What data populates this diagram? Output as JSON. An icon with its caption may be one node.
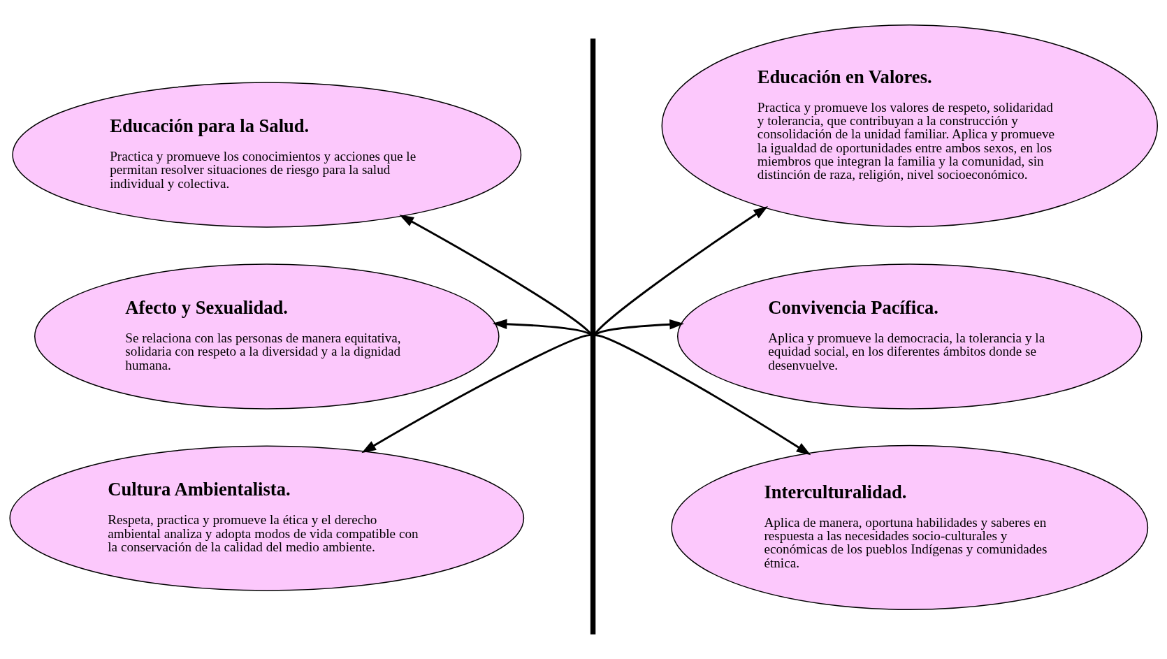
{
  "diagram": {
    "nodes": [
      {
        "text": [
          "Educación para la Salud.",
          "Practica y promueve los conocimientos y acciones que le permitan resolver situaciones de riesgo para la salud individual y colectiva."
        ]
      },
      {
        "text": [
          "Educación en Valores.",
          "Practica y promueve los valores de respeto, solidaridad y tolerancia, que contribuyan a la construcción y consolidación de la unidad familiar. Aplica y promueve la igualdad de oportunidades entre ambos sexos, en los miembros que integran la familia y la comunidad, sin distinción de raza, religión, nivel socioeconómico."
        ]
      },
      {
        "text": [
          "Afecto y Sexualidad.",
          "Se relaciona con las personas de manera equitativa, solidaria con respeto a la diversidad y a la dignidad humana."
        ]
      },
      {
        "text": [
          "Convivencia Pacífica.",
          "Aplica y promueve la democracia, la tolerancia y la equidad social, en los diferentes ámbitos donde se desenvuelve."
        ]
      },
      {
        "text": [
          "Cultura Ambientalista.",
          "Respeta, practica y promueve la ética y el derecho ambiental analiza y adopta modos de vida compatible con la conservación de la calidad del medio ambiente."
        ]
      },
      {
        "text": [
          "Interculturalidad.",
          "Aplica de manera, oportuna habilidades y saberes en respuesta a las necesidades socio-culturales y económicas de los pueblos Indígenas y comunidades étnica."
        ]
      },
      {
        "text": [],
        "shape": "bar"
      }
    ],
    "edges": [
      {
        "from": 6,
        "to": 0,
        "arrow": "to"
      },
      {
        "from": 6,
        "to": 1,
        "arrow": "to"
      },
      {
        "from": 6,
        "to": 2,
        "arrow": "to"
      },
      {
        "from": 6,
        "to": 3,
        "arrow": "to"
      },
      {
        "from": 6,
        "to": 4,
        "arrow": "to"
      },
      {
        "from": 6,
        "to": 5,
        "arrow": "to"
      }
    ]
  }
}
